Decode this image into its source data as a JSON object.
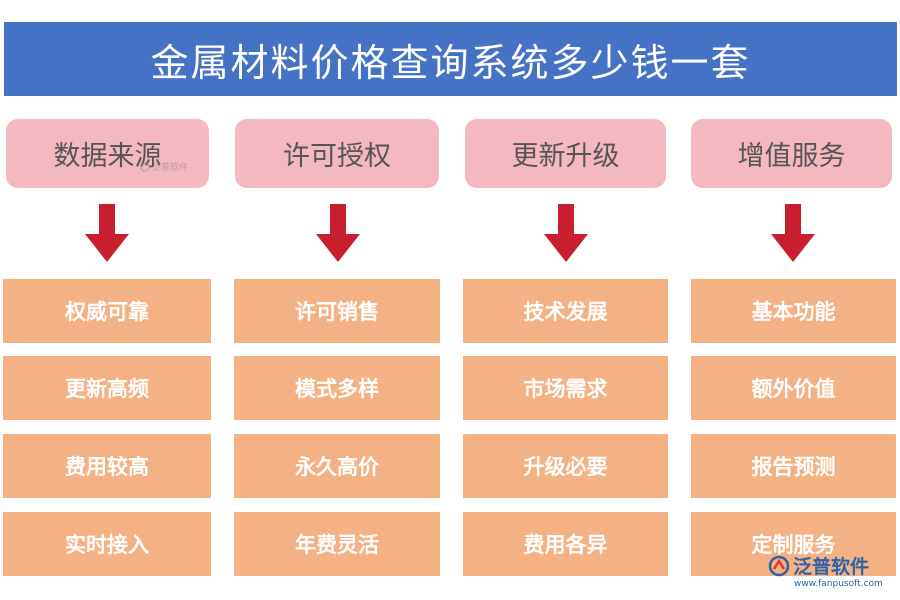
{
  "title": "金属材料价格查询系统多少钱一套",
  "colors": {
    "title_bg": "#4472c4",
    "header_bg": "#f4b8c1",
    "item_bg": "#f4b183",
    "arrow": "#c81e2d",
    "watermark": "#2b62a8"
  },
  "columns": [
    {
      "header": "数据来源",
      "items": [
        "权威可靠",
        "更新高频",
        "费用较高",
        "实时接入"
      ]
    },
    {
      "header": "许可授权",
      "items": [
        "许可销售",
        "模式多样",
        "永久高价",
        "年费灵活"
      ]
    },
    {
      "header": "更新升级",
      "items": [
        "技术发展",
        "市场需求",
        "升级必要",
        "费用各异"
      ]
    },
    {
      "header": "增值服务",
      "items": [
        "基本功能",
        "额外价值",
        "报告预测",
        "定制服务"
      ]
    }
  ],
  "watermark": {
    "brand": "泛普软件",
    "url": "www.fanpusoft.com",
    "icon": "fanpu-logo-icon"
  }
}
